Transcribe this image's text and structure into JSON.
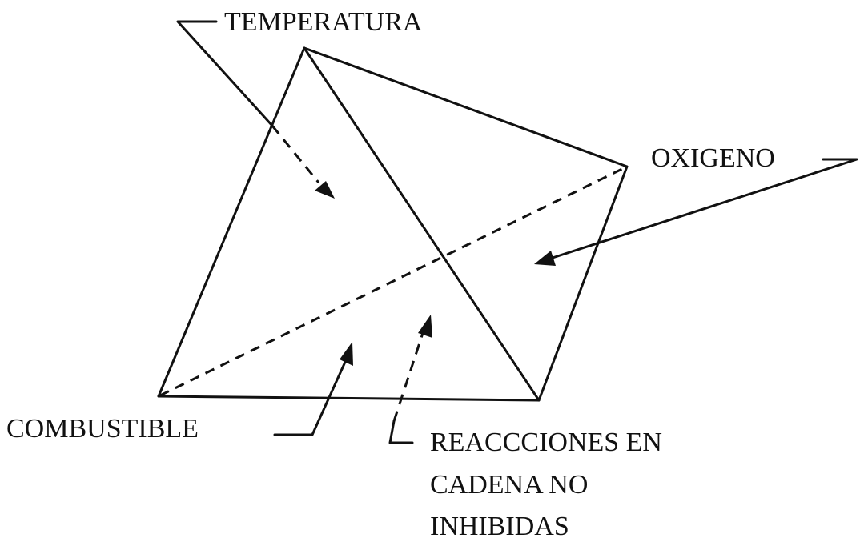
{
  "labels": {
    "temperatura": "TEMPERATURA",
    "oxigeno": "OXIGENO",
    "combustible": "COMBUSTIBLE",
    "reacciones": [
      "REACCCIONES EN",
      "CADENA NO",
      "INHIBIDAS"
    ]
  },
  "colors": {
    "ink": "#111111",
    "background": "#ffffff"
  }
}
